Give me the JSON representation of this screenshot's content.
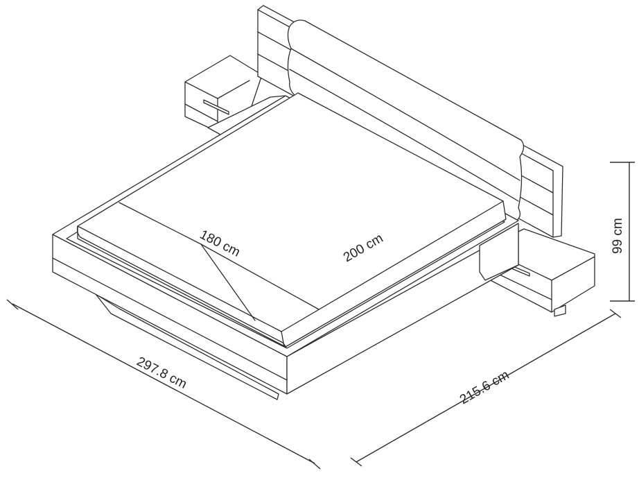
{
  "diagram": {
    "line_color": "#2b2b2b",
    "background": "#ffffff",
    "dimensions": {
      "mattress_width": "180 cm",
      "mattress_length": "200 cm",
      "total_width": "297.8 cm",
      "total_length": "215.6 cm",
      "headboard_height": "99 cm"
    }
  }
}
